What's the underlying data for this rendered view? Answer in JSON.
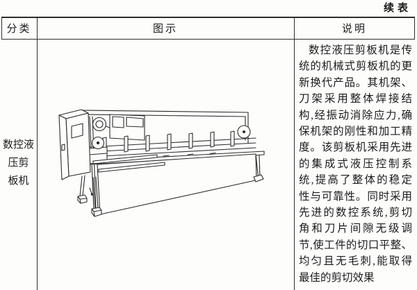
{
  "page": {
    "continued_label": "续表"
  },
  "table": {
    "headers": {
      "category": "分类",
      "illustration": "图示",
      "description": "说明"
    },
    "row": {
      "category_lines": [
        "数控液",
        "压剪",
        "板机"
      ],
      "illustration_subject": "数控液压剪板机",
      "description_lines": [
        "数控液压剪板机是传",
        "统的机械式剪板机的更",
        "新换代产品。其机架、",
        "刀架采用整体焊接结",
        "构,经振动消除应力,确",
        "保机架的刚性和加工精",
        "度。该剪板机采用先进",
        "的集成式液压控制系",
        "统,提高了整体的稳定",
        "性与可靠性。同时采用",
        "先进的数控系统,剪切",
        "角和刀片间隙无级调",
        "节,使工件的切口平整、",
        "均匀且无毛刺,能取得",
        "最佳的剪切效果"
      ]
    }
  }
}
